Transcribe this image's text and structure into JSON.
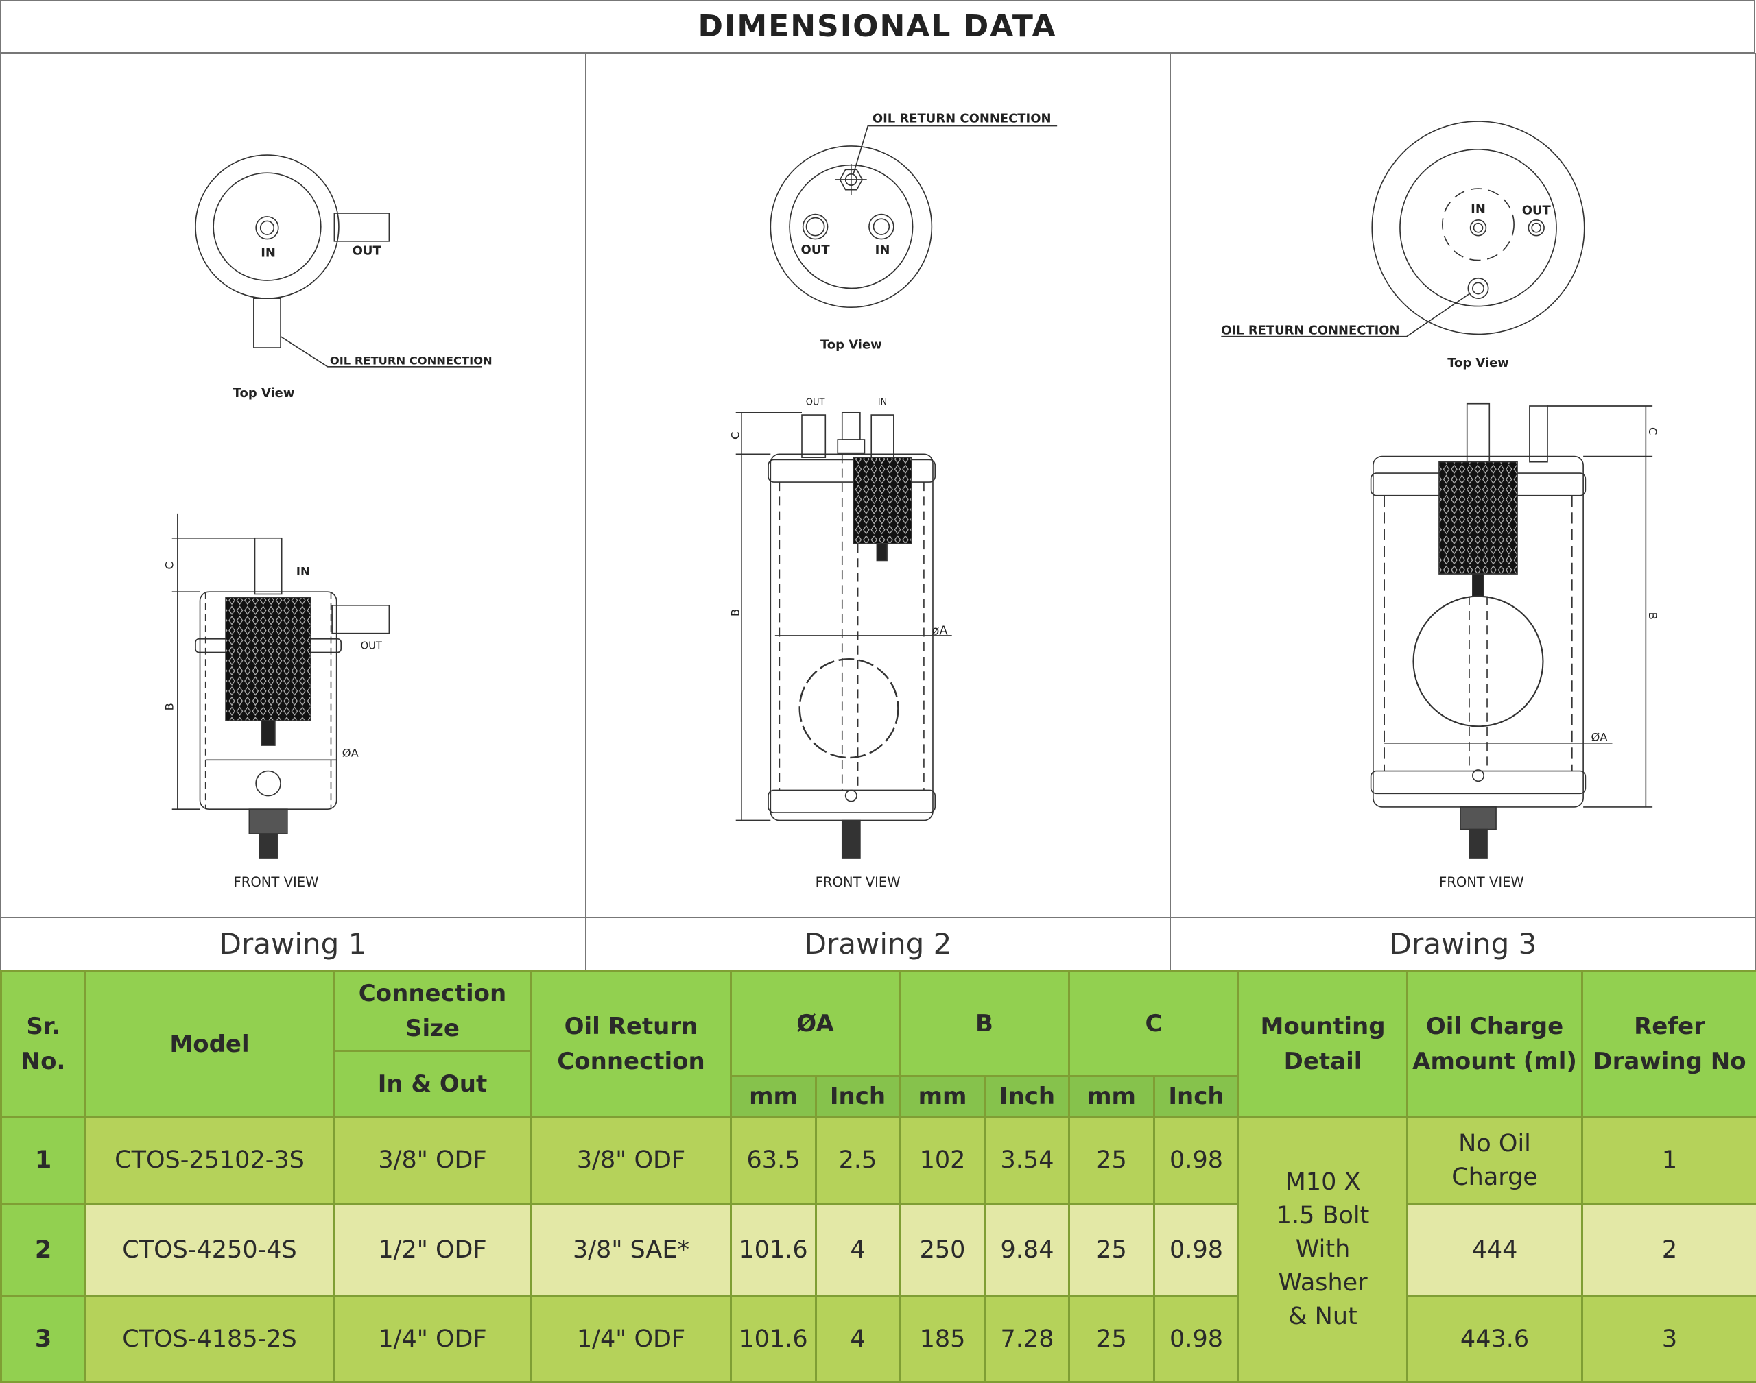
{
  "title": "DIMENSIONAL DATA",
  "drawings": [
    {
      "label": "Drawing 1",
      "top_view": "Top View",
      "front_view": "FRONT VIEW",
      "oil_return": "OIL RETURN CONNECTION",
      "in": "IN",
      "out": "OUT",
      "dim_a": "ØA",
      "dim_b": "B",
      "dim_c": "C"
    },
    {
      "label": "Drawing 2",
      "top_view": "Top View",
      "front_view": "FRONT VIEW",
      "oil_return": "OIL RETURN CONNECTION",
      "in": "IN",
      "out": "OUT",
      "dim_a": "øA",
      "dim_b": "B",
      "dim_c": "C"
    },
    {
      "label": "Drawing 3",
      "top_view": "Top View",
      "front_view": "FRONT VIEW",
      "oil_return": "OIL RETURN CONNECTION",
      "in": "IN",
      "out": "OUT",
      "dim_a": "ØA",
      "dim_b": "B",
      "dim_c": "C"
    }
  ],
  "table": {
    "headers": {
      "sr": "Sr. No.",
      "model": "Model",
      "connection_size": "Connection Size",
      "in_out": "In & Out",
      "oil_return": "Oil Return Connection",
      "a": "ØA",
      "b": "B",
      "c": "C",
      "mm": "mm",
      "inch": "Inch",
      "mounting": "Mounting Detail",
      "oil_charge": "Oil Charge Amount (ml)",
      "refer": "Refer Drawing No"
    },
    "mounting_detail": "M10 X 1.5 Bolt With Washer & Nut",
    "rows": [
      {
        "sr": "1",
        "model": "CTOS-25102-3S",
        "conn": "3/8\" ODF",
        "oil_return": "3/8\" ODF",
        "a_mm": "63.5",
        "a_in": "2.5",
        "b_mm": "102",
        "b_in": "3.54",
        "c_mm": "25",
        "c_in": "0.98",
        "oil_charge": "No Oil Charge",
        "refer": "1"
      },
      {
        "sr": "2",
        "model": "CTOS-4250-4S",
        "conn": "1/2\" ODF",
        "oil_return": "3/8\" SAE*",
        "a_mm": "101.6",
        "a_in": "4",
        "b_mm": "250",
        "b_in": "9.84",
        "c_mm": "25",
        "c_in": "0.98",
        "oil_charge": "444",
        "refer": "2"
      },
      {
        "sr": "3",
        "model": "CTOS-4185-2S",
        "conn": "1/4\" ODF",
        "oil_return": "1/4\" ODF",
        "a_mm": "101.6",
        "a_in": "4",
        "b_mm": "185",
        "b_in": "7.28",
        "c_mm": "25",
        "c_in": "0.98",
        "oil_charge": "443.6",
        "refer": "3"
      }
    ]
  },
  "colors": {
    "header": "#92d050",
    "row_dark": "#b5d25a",
    "row_light": "#e3e8a6",
    "border": "#7f9e34"
  }
}
